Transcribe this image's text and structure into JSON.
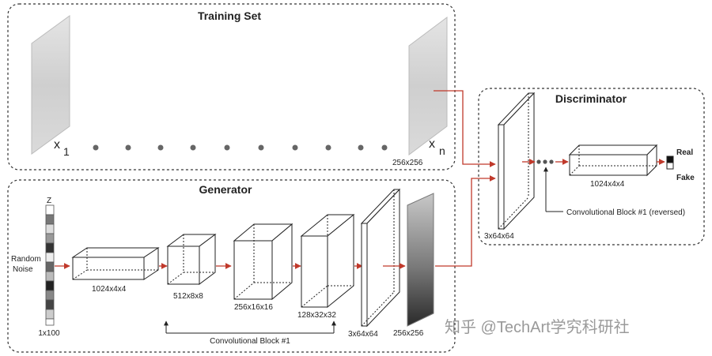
{
  "training_set": {
    "title": "Training Set",
    "first_label": "x",
    "first_sub": "1",
    "last_label": "x",
    "last_sub": "n",
    "image_size": "256x256"
  },
  "generator": {
    "title": "Generator",
    "noise_axis": "Z",
    "noise_label_1": "Random",
    "noise_label_2": "Noise",
    "noise_size": "1x100",
    "blocks": [
      "1024x4x4",
      "512x8x8",
      "256x16x16",
      "128x32x32",
      "3x64x64"
    ],
    "output_size": "256x256",
    "conv_block_label": "Convolutional Block #1"
  },
  "discriminator": {
    "title": "Discriminator",
    "input_size": "3x64x64",
    "block_size": "1024x4x4",
    "conv_block_label": "Convolutional Block #1 (reversed)",
    "real_label": "Real",
    "fake_label": "Fake"
  },
  "watermark": "知乎 @TechArt学究科研社",
  "colors": {
    "arrow": "#c0392b",
    "line": "#222222",
    "border": "#333333"
  }
}
